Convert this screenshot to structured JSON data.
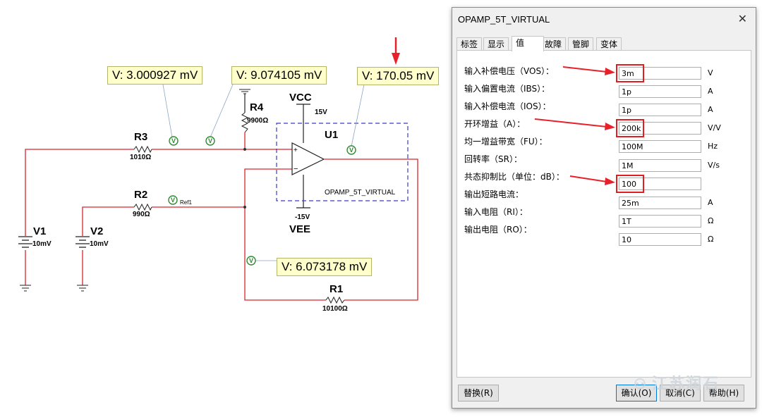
{
  "schematic": {
    "probes": {
      "p1": "V: 3.000927 mV",
      "p2": "V: 9.074105 mV",
      "p3": "V: 170.05 mV",
      "p4": "V: 6.073178 mV"
    },
    "components": {
      "r3_name": "R3",
      "r3_value": "1010Ω",
      "r2_name": "R2",
      "r2_value": "990Ω",
      "r4_name": "R4",
      "r4_value": "9900Ω",
      "r1_name": "R1",
      "r1_value": "10100Ω",
      "v1_name": "V1",
      "v1_value": "10mV",
      "v2_name": "V2",
      "v2_value": "10mV",
      "vcc": "VCC",
      "vcc_value": "15V",
      "vee": "VEE",
      "vee_value": "-15V",
      "u1": "U1",
      "u1_label": "OPAMP_5T_VIRTUAL",
      "ref_label": "Ref1",
      "plus": "+",
      "minus": "−"
    }
  },
  "dialog": {
    "title": "OPAMP_5T_VIRTUAL",
    "tabs": [
      "标签",
      "显示",
      "值",
      "故障",
      "管脚",
      "变体"
    ],
    "active_tab": "值",
    "rows": [
      {
        "label": "输入补偿电压（VOS）：",
        "value": "3m",
        "unit": "V"
      },
      {
        "label": "输入偏置电流（IBS）：",
        "value": "1p",
        "unit": "A"
      },
      {
        "label": "输入补偿电流（IOS）：",
        "value": "1p",
        "unit": "A"
      },
      {
        "label": "开环增益（A）：",
        "value": "200k",
        "unit": "V/V"
      },
      {
        "label": "均一增益带宽（FU）：",
        "value": "100M",
        "unit": "Hz"
      },
      {
        "label": "回转率（SR）：",
        "value": "1M",
        "unit": "V/s"
      },
      {
        "label": "共态抑制比（单位：dB）：",
        "value": "100",
        "unit": ""
      },
      {
        "label": "输出短路电流：",
        "value": "25m",
        "unit": "A"
      },
      {
        "label": "输入电阻（RI）：",
        "value": "1T",
        "unit": "Ω"
      },
      {
        "label": "输出电阻（RO）：",
        "value": "10",
        "unit": "Ω"
      }
    ],
    "buttons": {
      "replace": "替换(R)",
      "ok": "确认(O)",
      "cancel": "取消(C)",
      "help": "帮助(H)"
    }
  },
  "watermark": "江苏润石",
  "colors": {
    "wire": "#d9252b",
    "probe_fill": "#ffffcc",
    "highlight": "#e02020",
    "arrow": "#e8202a"
  }
}
